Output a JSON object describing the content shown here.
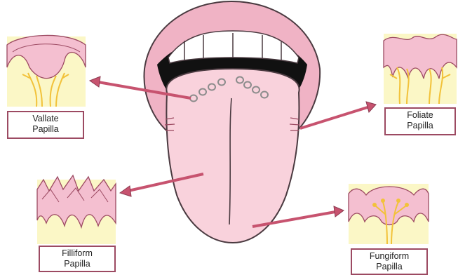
{
  "labels": {
    "vallate": {
      "line1": "Vallate",
      "line2": "Papilla"
    },
    "foliate": {
      "line1": "Foliate",
      "line2": "Papilla"
    },
    "filliform": {
      "line1": "Filliform",
      "line2": "Papilla"
    },
    "fungiform": {
      "line1": "Fungiform",
      "line2": "Papilla"
    }
  },
  "colors": {
    "lip": "#f0b3c5",
    "tongue": "#f9d2dc",
    "outline": "#4a3a40",
    "arrow": "#c7536f",
    "papilla_tissue": "#f4bfd0",
    "papilla_base": "#fbf7c6",
    "nerve": "#f2c23a",
    "label_border": "#9c4a62"
  }
}
